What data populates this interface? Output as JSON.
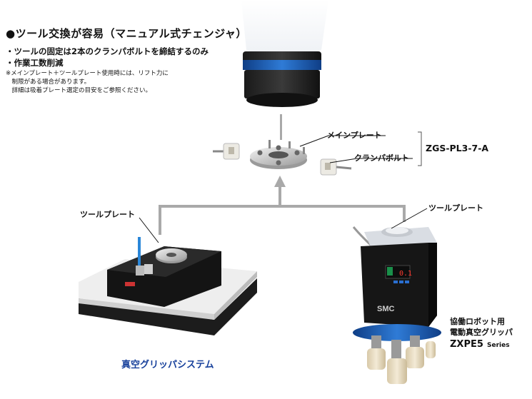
{
  "header": {
    "title": "●ツール交換が容易（マニュアル式チェンジャ）",
    "bullets": [
      "・ツールの固定は2本のクランパボルトを締結するのみ",
      "・作業工数削減"
    ],
    "notes": [
      "※メインプレート＋ツールプレート使用時には、リフト力に",
      "　制限がある場合があります。",
      "　詳細は吸着プレート選定の目安をご参照ください。"
    ]
  },
  "parts": {
    "main_plate": "メインプレート",
    "clamper_bolt": "クランパボルト",
    "model_code": "ZGS-PL3-7-A"
  },
  "left_unit": {
    "tool_plate_label": "ツールプレート",
    "caption": "真空グリッパシステム"
  },
  "right_unit": {
    "tool_plate_label": "ツールプレート",
    "desc_line1": "協働ロボット用",
    "desc_line2": "電動真空グリッパ",
    "series_name": "ZXPE5",
    "series_suffix": "Series",
    "display_text": "0.1",
    "brand": "SMC"
  },
  "colors": {
    "arrow": "#a9a9a9",
    "blue_ring": "#1f5fb5",
    "caption_blue": "#17409b"
  }
}
